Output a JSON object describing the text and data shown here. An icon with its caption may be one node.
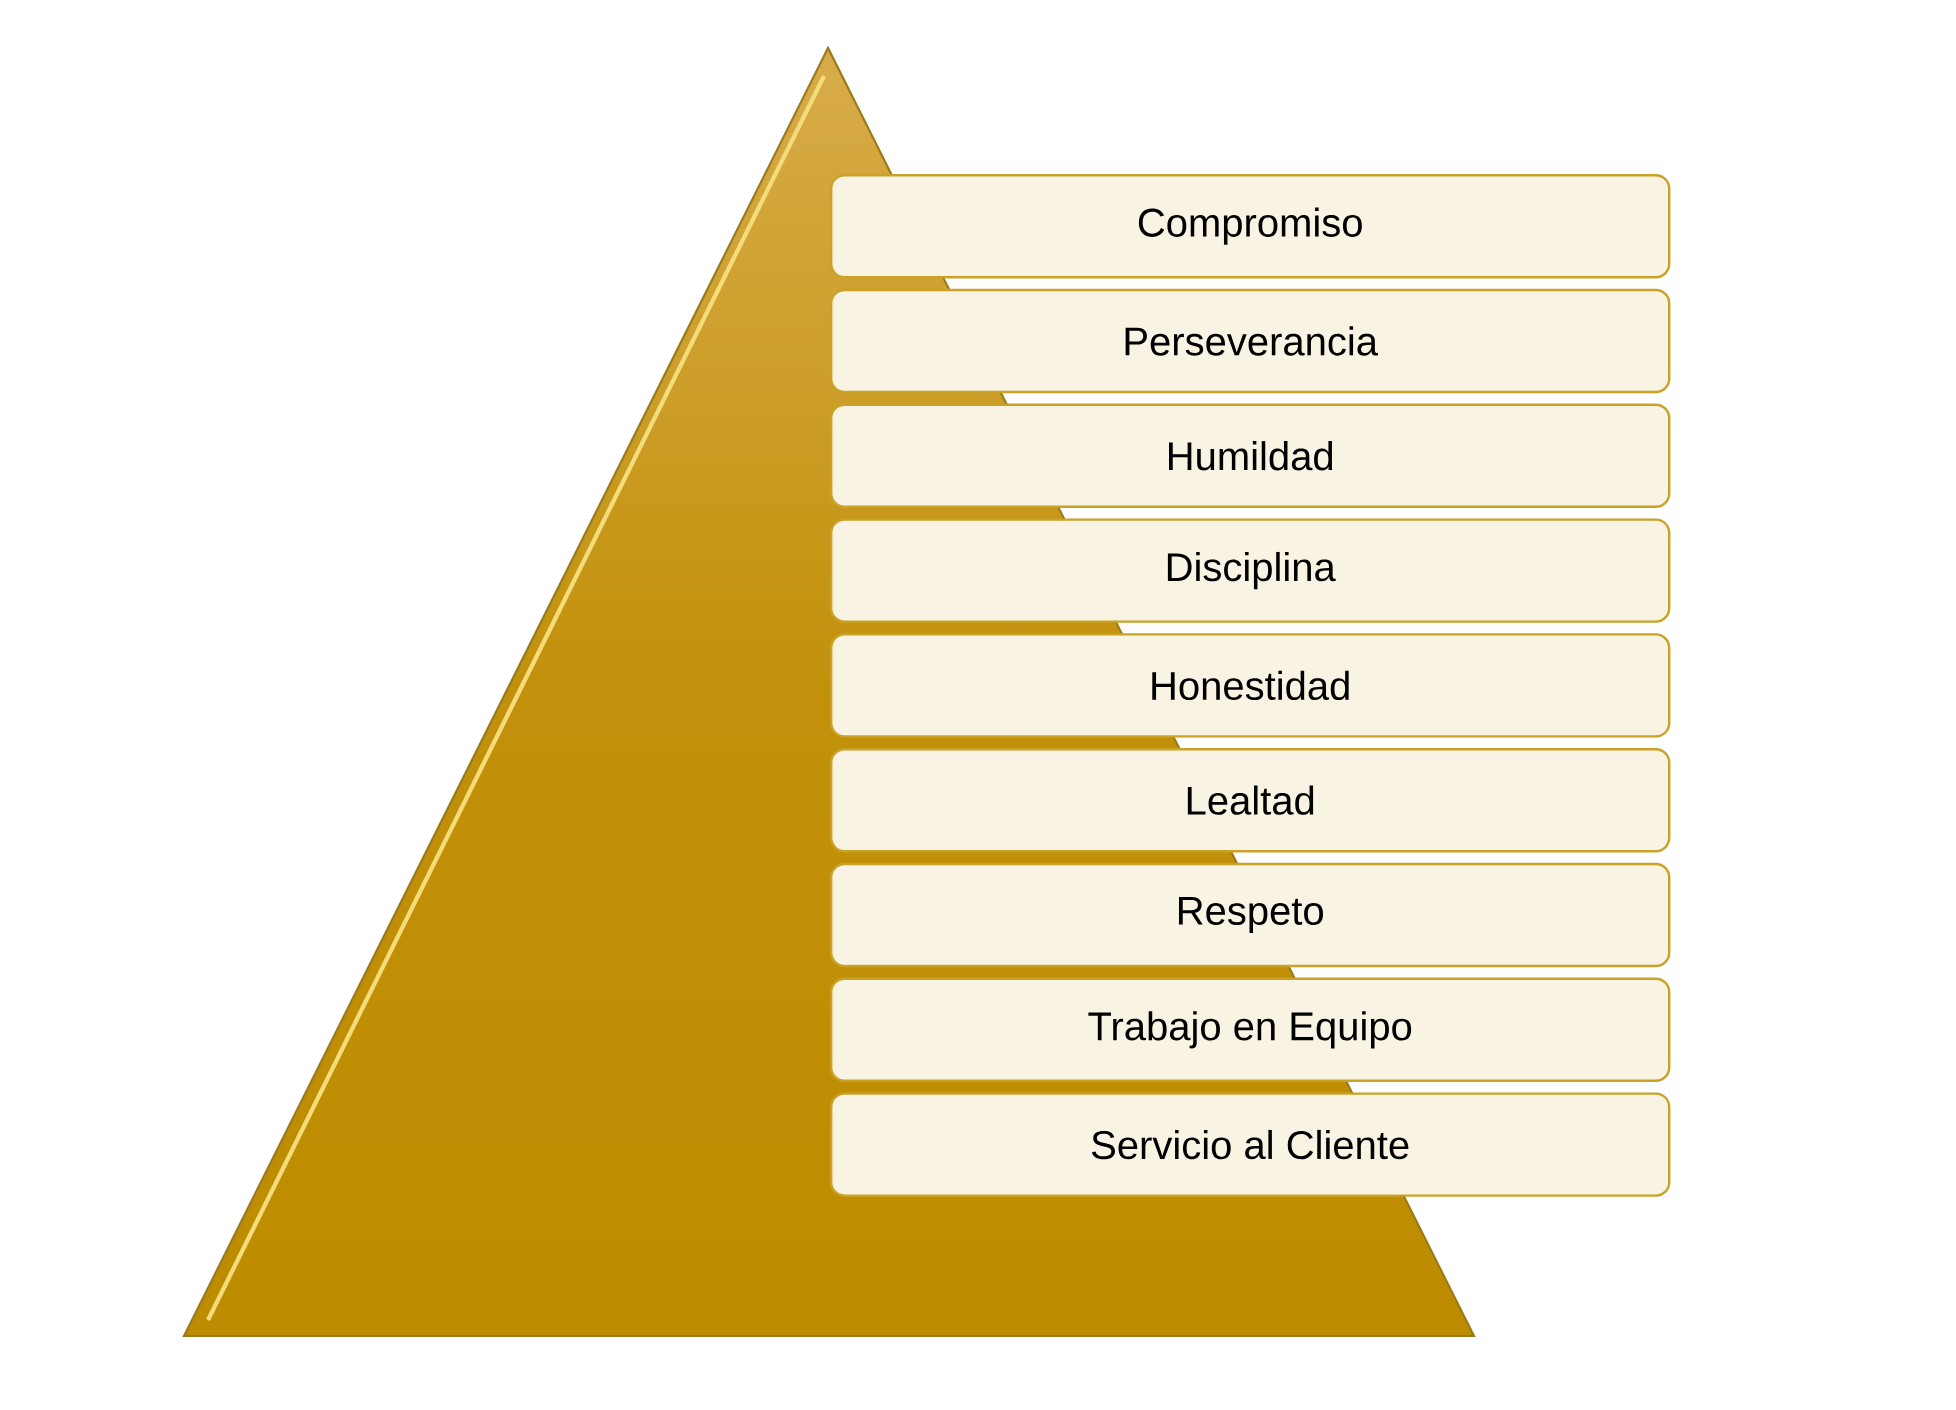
{
  "diagram": {
    "nodes": [
      {
        "text": [
          "Compromiso"
        ]
      },
      {
        "text": [
          "Perseverancia"
        ]
      },
      {
        "text": [
          "Humildad"
        ]
      },
      {
        "text": [
          "Disciplina"
        ]
      },
      {
        "text": [
          "Honestidad"
        ]
      },
      {
        "text": [
          "Lealtad"
        ]
      },
      {
        "text": [
          "Respeto"
        ]
      },
      {
        "text": [
          "Trabajo en Equipo"
        ]
      },
      {
        "text": [
          "Servicio al Cliente"
        ]
      }
    ]
  }
}
